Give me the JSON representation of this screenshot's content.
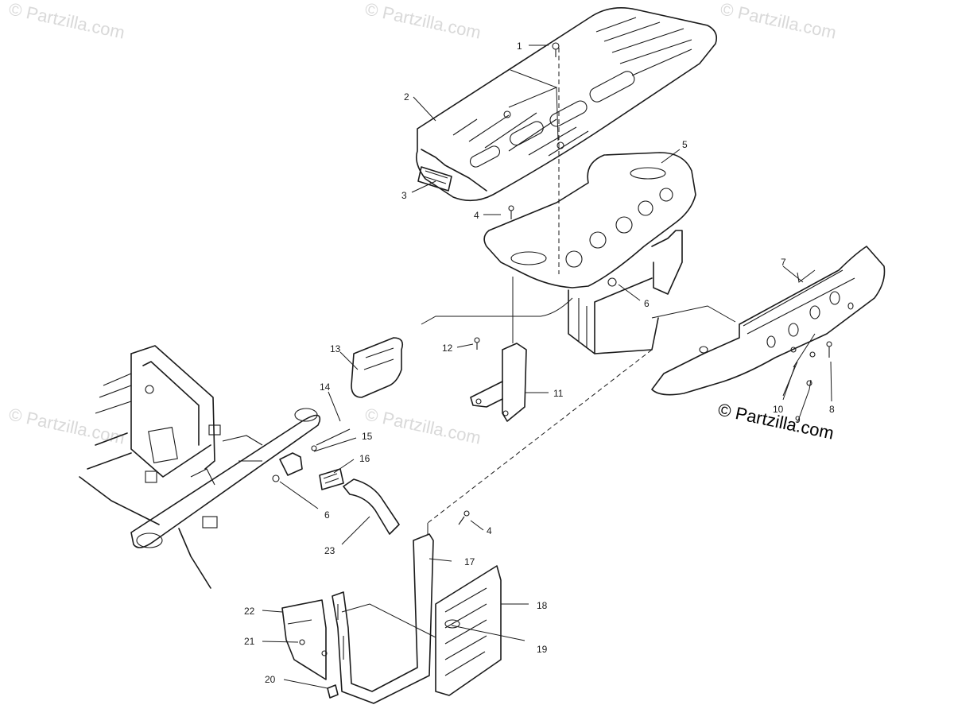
{
  "watermark_text": "© Partzilla.com",
  "brand_text": "© Partzilla.com",
  "callouts": {
    "c1": "1",
    "c2": "2",
    "c3": "3",
    "c4a": "4",
    "c4b": "4",
    "c5": "5",
    "c6a": "6",
    "c6b": "6",
    "c7": "7",
    "c8": "8",
    "c9": "9",
    "c10": "10",
    "c11": "11",
    "c12": "12",
    "c13": "13",
    "c14": "14",
    "c15": "15",
    "c16": "16",
    "c17": "17",
    "c18": "18",
    "c19": "19",
    "c20": "20",
    "c21": "21",
    "c22": "22",
    "c23": "23"
  }
}
